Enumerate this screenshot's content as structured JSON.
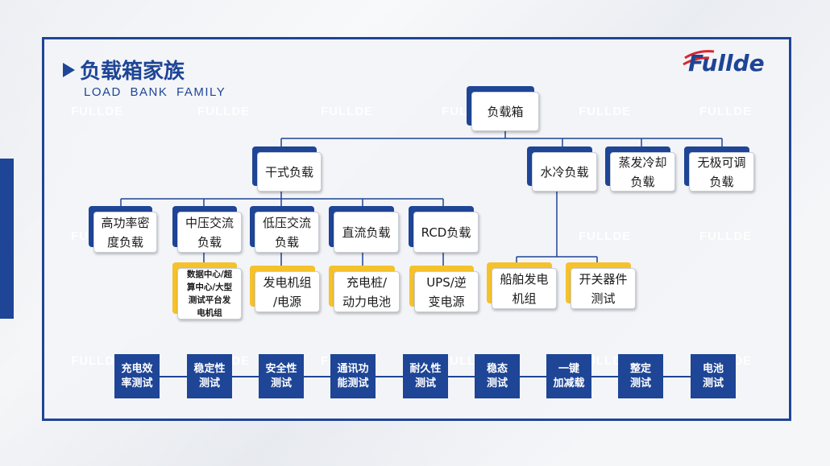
{
  "header": {
    "title": "负载箱家族",
    "subtitle": "LOAD BANK FAMILY"
  },
  "logo": {
    "text": "Fullde",
    "colors": {
      "blue": "#1e4596",
      "red": "#d8262f"
    }
  },
  "watermark": "FULLDE",
  "colors": {
    "primary": "#1e4596",
    "accent": "#f5c22b",
    "background": "#eef0f4"
  },
  "tree": {
    "root": "负载箱",
    "categories": [
      "干式负载",
      "水冷负载",
      "蒸发冷却\n负载",
      "无极可调\n负载"
    ],
    "dry_types": [
      "高功率密\n度负载",
      "中压交流\n负载",
      "低压交流\n负载",
      "直流负载",
      "RCD负载"
    ],
    "applications": {
      "medium_voltage_ac": "数据中心/超\n算中心/大型\n测试平台发\n电机组",
      "low_voltage_ac": "发电机组\n/电源",
      "dc": "充电桩/\n动力电池",
      "rcd": "UPS/逆\n变电源",
      "water_cooled_ship": "船舶发电\n机组",
      "water_cooled_switchgear": "开关器件\n测试"
    }
  },
  "tests": [
    "充电效\n率测试",
    "稳定性\n测试",
    "安全性\n测试",
    "通讯功\n能测试",
    "耐久性\n测试",
    "稳态\n测试",
    "一键\n加减载",
    "整定\n测试",
    "电池\n测试"
  ]
}
